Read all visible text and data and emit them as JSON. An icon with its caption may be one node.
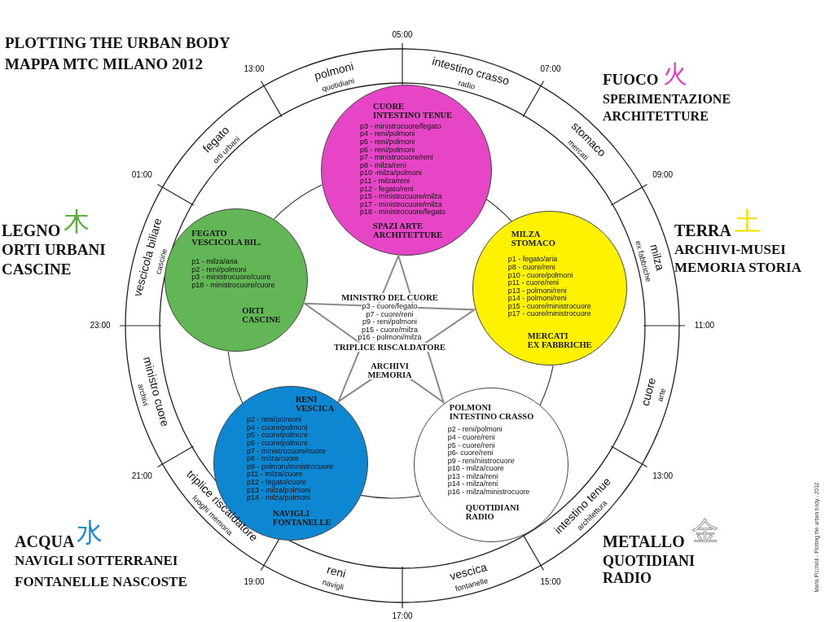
{
  "diagram": {
    "title": "PLOTTING THE URBAN BODY",
    "nodes": [
      {
        "text": [
          "CUORE",
          "INTESTINO TENUE",
          "p3 - ministrocuore/fegato",
          "p4 - reni/polmoni",
          "p5 - reni/polmoni",
          "p6 - reni/polmoni",
          "p7 - ministrocuore/reni",
          "p8 - milza/reni",
          "p10 -milza/polmoni",
          "p11 - milza/reni",
          "p12 - fegato/reni",
          "p15 - ministrocuore/milza",
          "p17 - ministrocuore/milza",
          "p18 - ministrocuore/fegato",
          "SPAZI ARTE",
          "ARCHITETTURE"
        ]
      },
      {
        "text": [
          "FEGATO",
          "VESCICOLA BIL.",
          "p1 - milza/aria",
          "p2 - reni/polmoni",
          "p3 - ministrocuore/cuore",
          "p18 - ministrocuore/cuore",
          "ORTI",
          "CASCINE"
        ]
      },
      {
        "text": [
          "MILZA",
          "STOMACO",
          "p1 - fegato/aria",
          "p8 - cuore/reni",
          "p10 - cuore/polmoni",
          "p11 - cuore/reni",
          "p13 - polmoni/reni",
          "p14 - polmoni/reni",
          "p15 - cuore/ministrocuore",
          "p17 - cuore/ministrocuore",
          "MERCATI",
          "EX FABBRICHE"
        ]
      },
      {
        "text": [
          "MINISTRO DEL CUORE",
          "p3 - cuore/fegato",
          "p7 - cuore/reni",
          "p9 - reni/polmoni",
          "p15 - cuore/milza",
          "p16 - polmoni/milza",
          "TRIPLICE RISCALDATORE",
          "ARCHIVI",
          "MEMORIA"
        ]
      },
      {
        "text": [
          "RENI",
          "VESCICA",
          "p2 - reni/polmoni",
          "p4 - cuore/polmoni",
          "p5 - cuore/polmoni",
          "p6 - cuore/polmoni",
          "p7 - ministrocuore/cuore",
          "p8 - milza/cuore",
          "p9 - polmoni/ministrocuore",
          "p11 - milza/cuore",
          "p12 - fegato/cuore",
          "p13 - milza/polmoni",
          "p14 - milza/polmoni",
          "NAVIGLI",
          "FONTANELLE"
        ]
      },
      {
        "text": [
          "POLMONI",
          "INTESTINO CRASSO",
          "p2 - reni/polmoni",
          "p4 - cuore/reni",
          "p5 - cuore/reni",
          "p6- cuore/reni",
          "p9 - reni/niistrocuore",
          "p10 - milza/cuore",
          "p13 - milza/reni",
          "p14 - milza/reni",
          "p16 - milza/ministrocuore",
          "QUOTIDIANI",
          "RADIO"
        ]
      }
    ],
    "edges": [
      {
        "from": 0,
        "to": 2,
        "arrow": "none"
      },
      {
        "from": 2,
        "to": 5,
        "arrow": "none"
      },
      {
        "from": 5,
        "to": 4,
        "arrow": "none"
      },
      {
        "from": 4,
        "to": 1,
        "arrow": "none"
      },
      {
        "from": 1,
        "to": 0,
        "arrow": "none"
      }
    ],
    "labels": [
      "MAPPA MTC MILANO 2012",
      "FUOCO",
      "火",
      "SPERIMENTAZIONE",
      "ARCHITETTURE",
      "LEGNO",
      "木",
      "ORTI URBANI",
      "CASCINE",
      "TERRA",
      "土",
      "ARCHIVI-MUSEI",
      "MEMORIA STORIA",
      "ACQUA",
      "水",
      "NAVIGLI SOTTERRANEI",
      "FONTANELLE NASCOSTE",
      "METALLO",
      "金",
      "QUOTIDIANI",
      "RADIO",
      "05:00",
      "07:00",
      "09:00",
      "11:00",
      "13:00",
      "15:00",
      "17:00",
      "19:00",
      "21:00",
      "23:00",
      "01:00",
      "13:00",
      "intestino crasso",
      "radio",
      "stomaco",
      "mercati",
      "milza",
      "ex fabbriche",
      "cuore",
      "arte",
      "intestino tenue",
      "architettura",
      "vescica",
      "fontanelle",
      "reni",
      "navigli",
      "triplice riscaldatore",
      "luoghi memoria",
      "ministro cuore",
      "archivi",
      "vescicola biliare",
      "cascine",
      "fegato",
      "orti urbani",
      "polmoni",
      "quotidiani",
      "Maria Picchioli - Plotting the urban body - 2012"
    ]
  }
}
